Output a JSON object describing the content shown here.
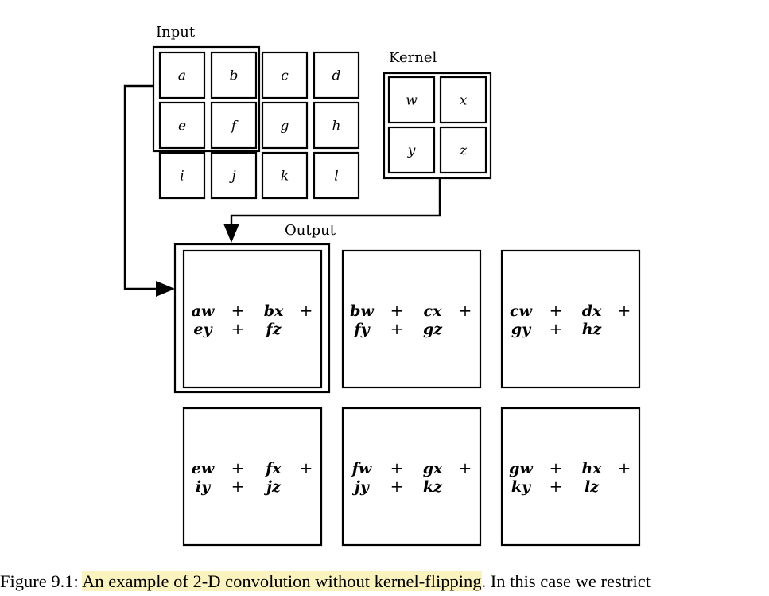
{
  "labels": {
    "input": "Input",
    "kernel": "Kernel",
    "output": "Output"
  },
  "input_grid": [
    [
      "a",
      "b",
      "c",
      "d"
    ],
    [
      "e",
      "f",
      "g",
      "h"
    ],
    [
      "i",
      "j",
      "k",
      "l"
    ]
  ],
  "kernel_grid": [
    [
      "w",
      "x"
    ],
    [
      "y",
      "z"
    ]
  ],
  "output_grid": [
    [
      {
        "line1": [
          "aw",
          "+",
          "bx",
          "+"
        ],
        "line2": [
          "ey",
          "+",
          "fz"
        ]
      },
      {
        "line1": [
          "bw",
          "+",
          "cx",
          "+"
        ],
        "line2": [
          "fy",
          "+",
          "gz"
        ]
      },
      {
        "line1": [
          "cw",
          "+",
          "dx",
          "+"
        ],
        "line2": [
          "gy",
          "+",
          "hz"
        ]
      }
    ],
    [
      {
        "line1": [
          "ew",
          "+",
          "fx",
          "+"
        ],
        "line2": [
          "iy",
          "+",
          "jz"
        ]
      },
      {
        "line1": [
          "fw",
          "+",
          "gx",
          "+"
        ],
        "line2": [
          "jy",
          "+",
          "kz"
        ]
      },
      {
        "line1": [
          "gw",
          "+",
          "hx",
          "+"
        ],
        "line2": [
          "ky",
          "+",
          "lz"
        ]
      }
    ]
  ],
  "caption": {
    "prefix": "Figure 9.1: ",
    "highlight": "An example of 2-D convolution without kernel-flipping",
    "rest": ". In this case we restrict"
  },
  "colors": {
    "highlight": "#fbf3bd",
    "stroke": "#000000"
  }
}
